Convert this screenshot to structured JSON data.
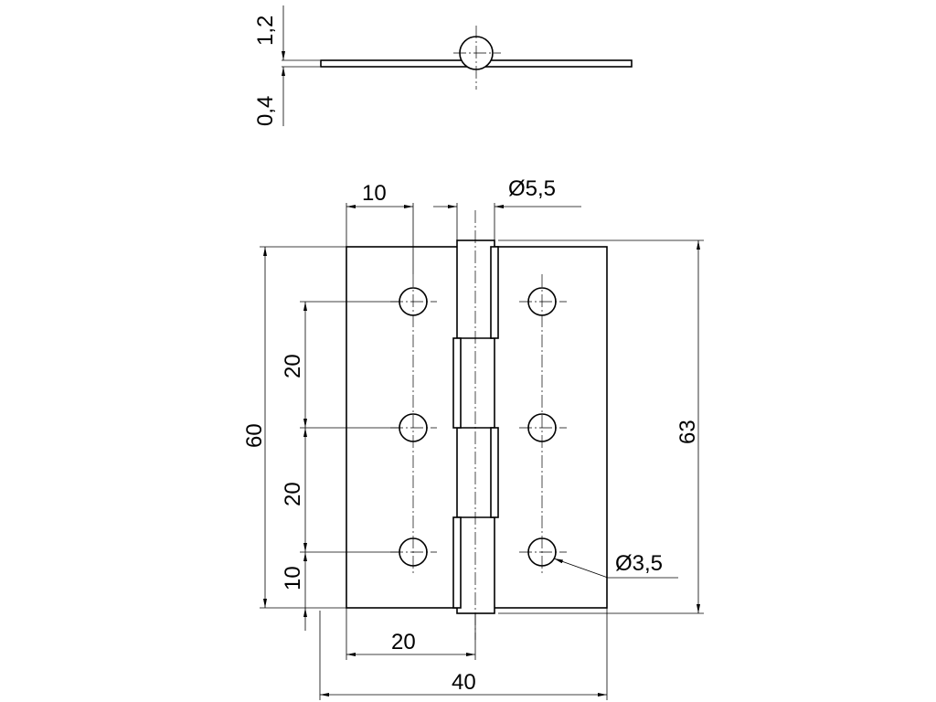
{
  "side_view": {
    "thickness_label": "1,2",
    "gap_label": "0,4"
  },
  "front_view": {
    "dims": {
      "top_left_width": "10",
      "pin_diameter": "Ø5,5",
      "height_overall": "60",
      "hole_spacing_upper": "20",
      "hole_spacing_lower": "20",
      "bottom_hole_offset": "10",
      "height_with_knuckle": "63",
      "hole_diameter": "Ø3,5",
      "half_width": "20",
      "total_width": "40"
    }
  }
}
